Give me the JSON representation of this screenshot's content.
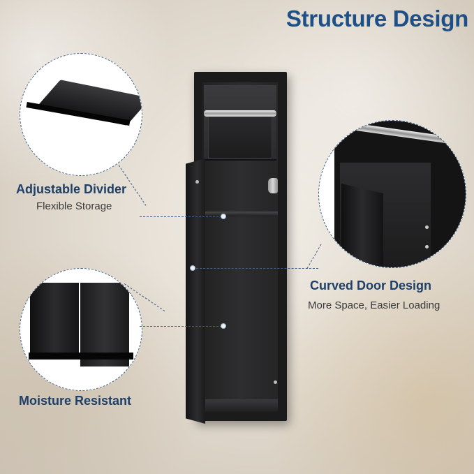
{
  "title": "Structure Design",
  "callouts": [
    {
      "label": "Adjustable Divider",
      "sub": "Flexible Storage"
    },
    {
      "label": "Curved Door Design",
      "sub": "More Space, Easier Loading"
    },
    {
      "label": "Moisture Resistant"
    }
  ],
  "colors": {
    "title": "#1e4f86",
    "label": "#1e3f66",
    "cabinet": "#1b1b1c",
    "connector": "#3f5f86"
  }
}
